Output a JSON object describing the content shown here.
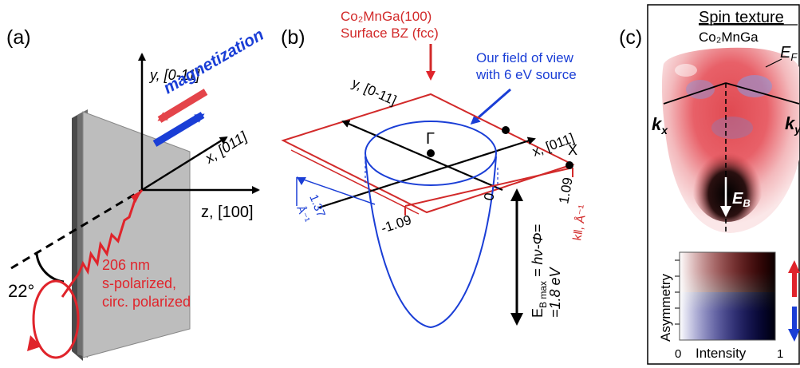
{
  "panel_a": {
    "label": "(a)",
    "axis_y": "y, [0-11]",
    "axis_x": "x, [011]",
    "axis_z": "z, [100]",
    "magnetization": "magnetization",
    "angle": "22°",
    "beam_line1": "206 nm",
    "beam_line2": "s-polarized,",
    "beam_line3": "circ. polarized",
    "colors": {
      "red": "#e0242b",
      "blue": "#1a3ed6",
      "gray": "#bdbdbd"
    }
  },
  "panel_b": {
    "label": "(b)",
    "title_line1": "Co₂MnGa(100)",
    "title_line2": "Surface BZ (fcc)",
    "fov_line1": "Our field of view",
    "fov_line2": "with 6 eV source",
    "axis_y": "y, [0-11]",
    "axis_x": "x, [011]",
    "gamma": "Γ",
    "x_point": "X",
    "tick_neg": "-1.09",
    "tick_zero": "0",
    "tick_pos": "1.09",
    "k_unit": "k‖, Å⁻¹",
    "fov_size": "1.37",
    "fov_unit": "Å⁻¹",
    "eb_line1": "E",
    "eb_sub": "B max",
    "eb_line1_rest": " = hν-Φ=",
    "eb_line2": "=1.8 eV"
  },
  "panel_c": {
    "label": "(c)",
    "title": "Spin texture",
    "subtitle": "Co₂MnGa",
    "ef": "E",
    "ef_sub": "F",
    "kx": "k",
    "kx_sub": "x",
    "ky": "k",
    "ky_sub": "y",
    "eb": "E",
    "eb_sub": "B",
    "cb_ylabel": "Asymmetry",
    "cb_xlabel": "Intensity",
    "cb_x0": "0",
    "cb_x1": "1"
  }
}
